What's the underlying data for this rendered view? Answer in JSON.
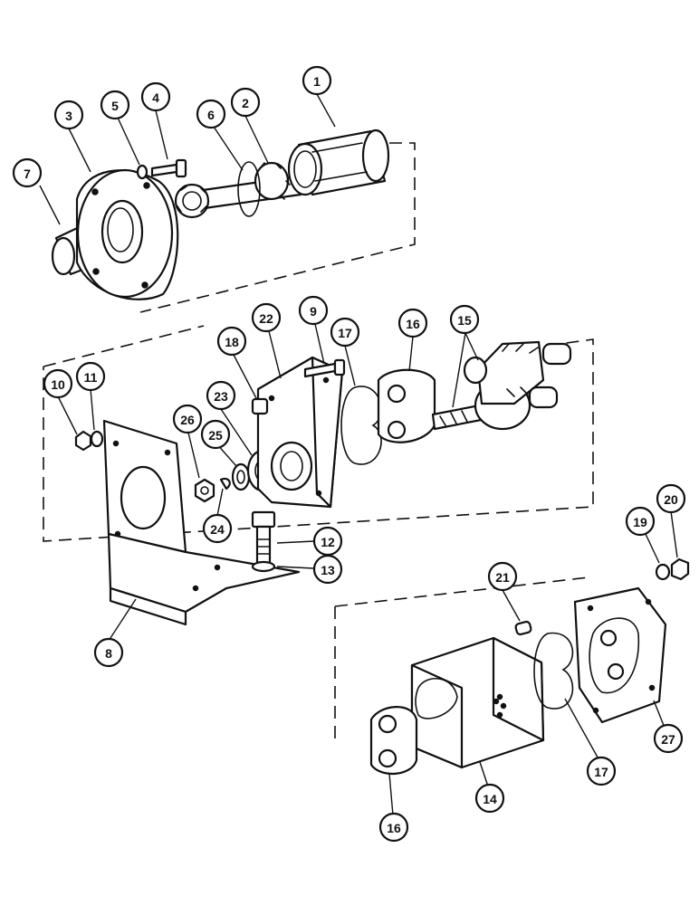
{
  "callouts": {
    "c1": "1",
    "c2": "2",
    "c3": "3",
    "c4": "4",
    "c5": "5",
    "c6": "6",
    "c7": "7",
    "c8": "8",
    "c9": "9",
    "c10": "10",
    "c11": "11",
    "c12": "12",
    "c13": "13",
    "c14": "14",
    "c15": "15",
    "c16a": "16",
    "c16b": "16",
    "c17a": "17",
    "c17b": "17",
    "c18": "18",
    "c19": "19",
    "c20": "20",
    "c21": "21",
    "c22": "22",
    "c23": "23",
    "c24": "24",
    "c25": "25",
    "c26": "26",
    "c27": "27"
  }
}
